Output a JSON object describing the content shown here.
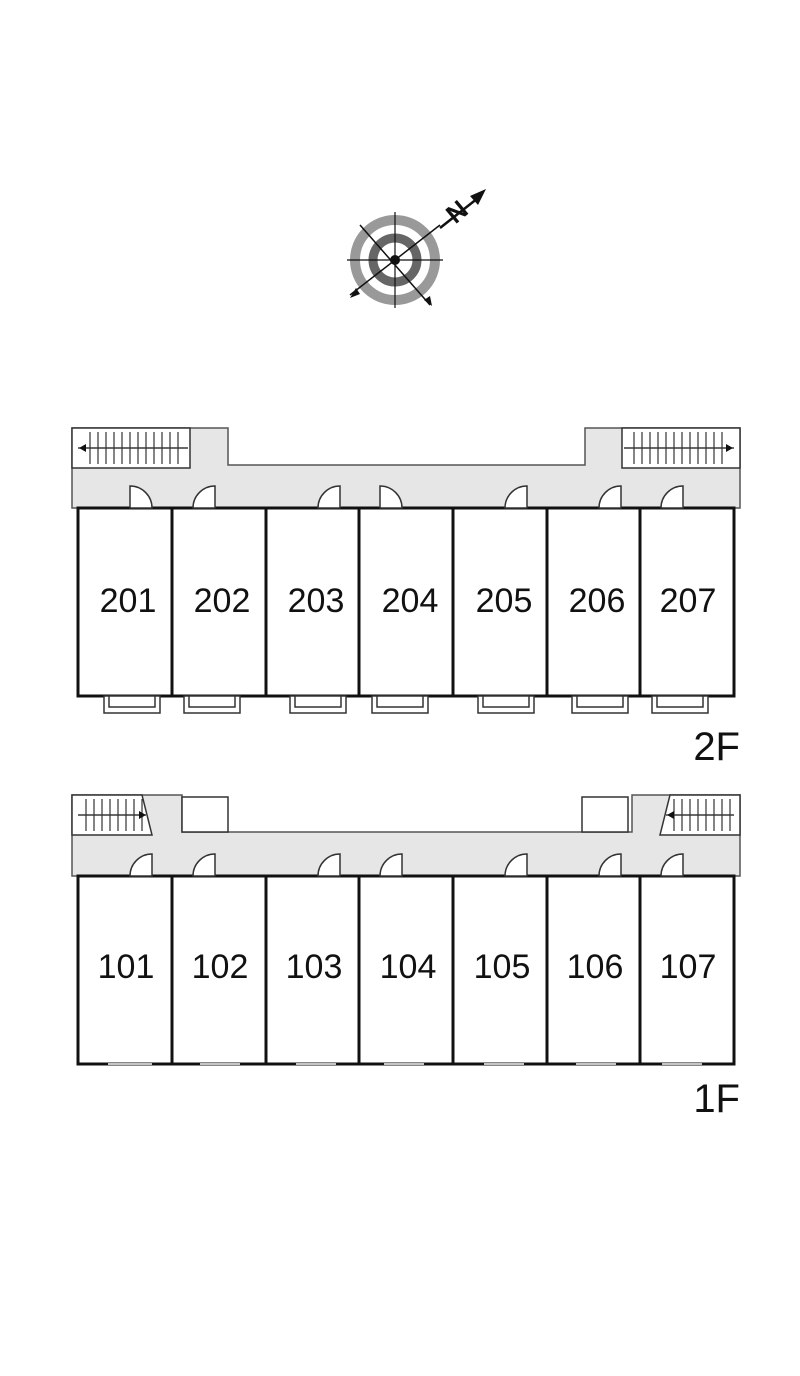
{
  "compass": {
    "north_letter": "N",
    "icon": "compass-icon"
  },
  "colors": {
    "wall": "#111111",
    "corridor": "#e6e6e6",
    "thin_line": "#555555",
    "compass_gray": "#999999",
    "compass_dark": "#666666"
  },
  "floors": [
    {
      "id": "2F",
      "label": "2F",
      "units": [
        "201",
        "202",
        "203",
        "204",
        "205",
        "206",
        "207"
      ]
    },
    {
      "id": "1F",
      "label": "1F",
      "units": [
        "101",
        "102",
        "103",
        "104",
        "105",
        "106",
        "107"
      ]
    }
  ]
}
